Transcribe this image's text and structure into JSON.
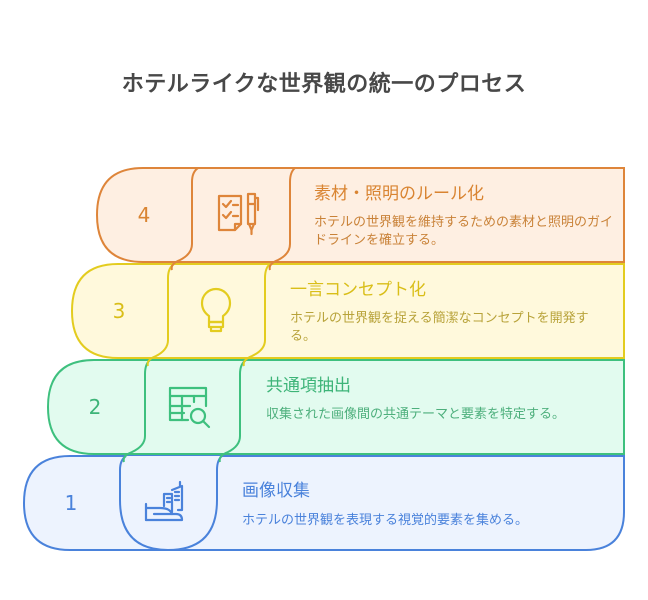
{
  "title": "ホテルライクな世界観の統一のプロセス",
  "steps": [
    {
      "number": "4",
      "title": "素材・照明のルール化",
      "description": "ホテルの世界観を維持するための素材と照明のガイドラインを確立する。",
      "icon": "checklist-pen-icon",
      "stroke": "#DE853A",
      "fill": "#FEEFE2",
      "text_color": "#D98431"
    },
    {
      "number": "3",
      "title": "一言コンセプト化",
      "description": "ホテルの世界観を捉える簡潔なコンセプトを開発する。",
      "icon": "lightbulb-icon",
      "stroke": "#E3CC1F",
      "fill": "#FFF9DC",
      "text_color": "#D9BE18"
    },
    {
      "number": "2",
      "title": "共通項抽出",
      "description": "収集された画像間の共通テーマと要素を特定する。",
      "icon": "table-search-icon",
      "stroke": "#3EC07E",
      "fill": "#E2FBEF",
      "text_color": "#3DB478"
    },
    {
      "number": "1",
      "title": "画像収集",
      "description": "ホテルの世界観を表現する視覚的要素を集める。",
      "icon": "buildings-icon",
      "stroke": "#4A82DB",
      "fill": "#EDF3FE",
      "text_color": "#4A82DB"
    }
  ]
}
